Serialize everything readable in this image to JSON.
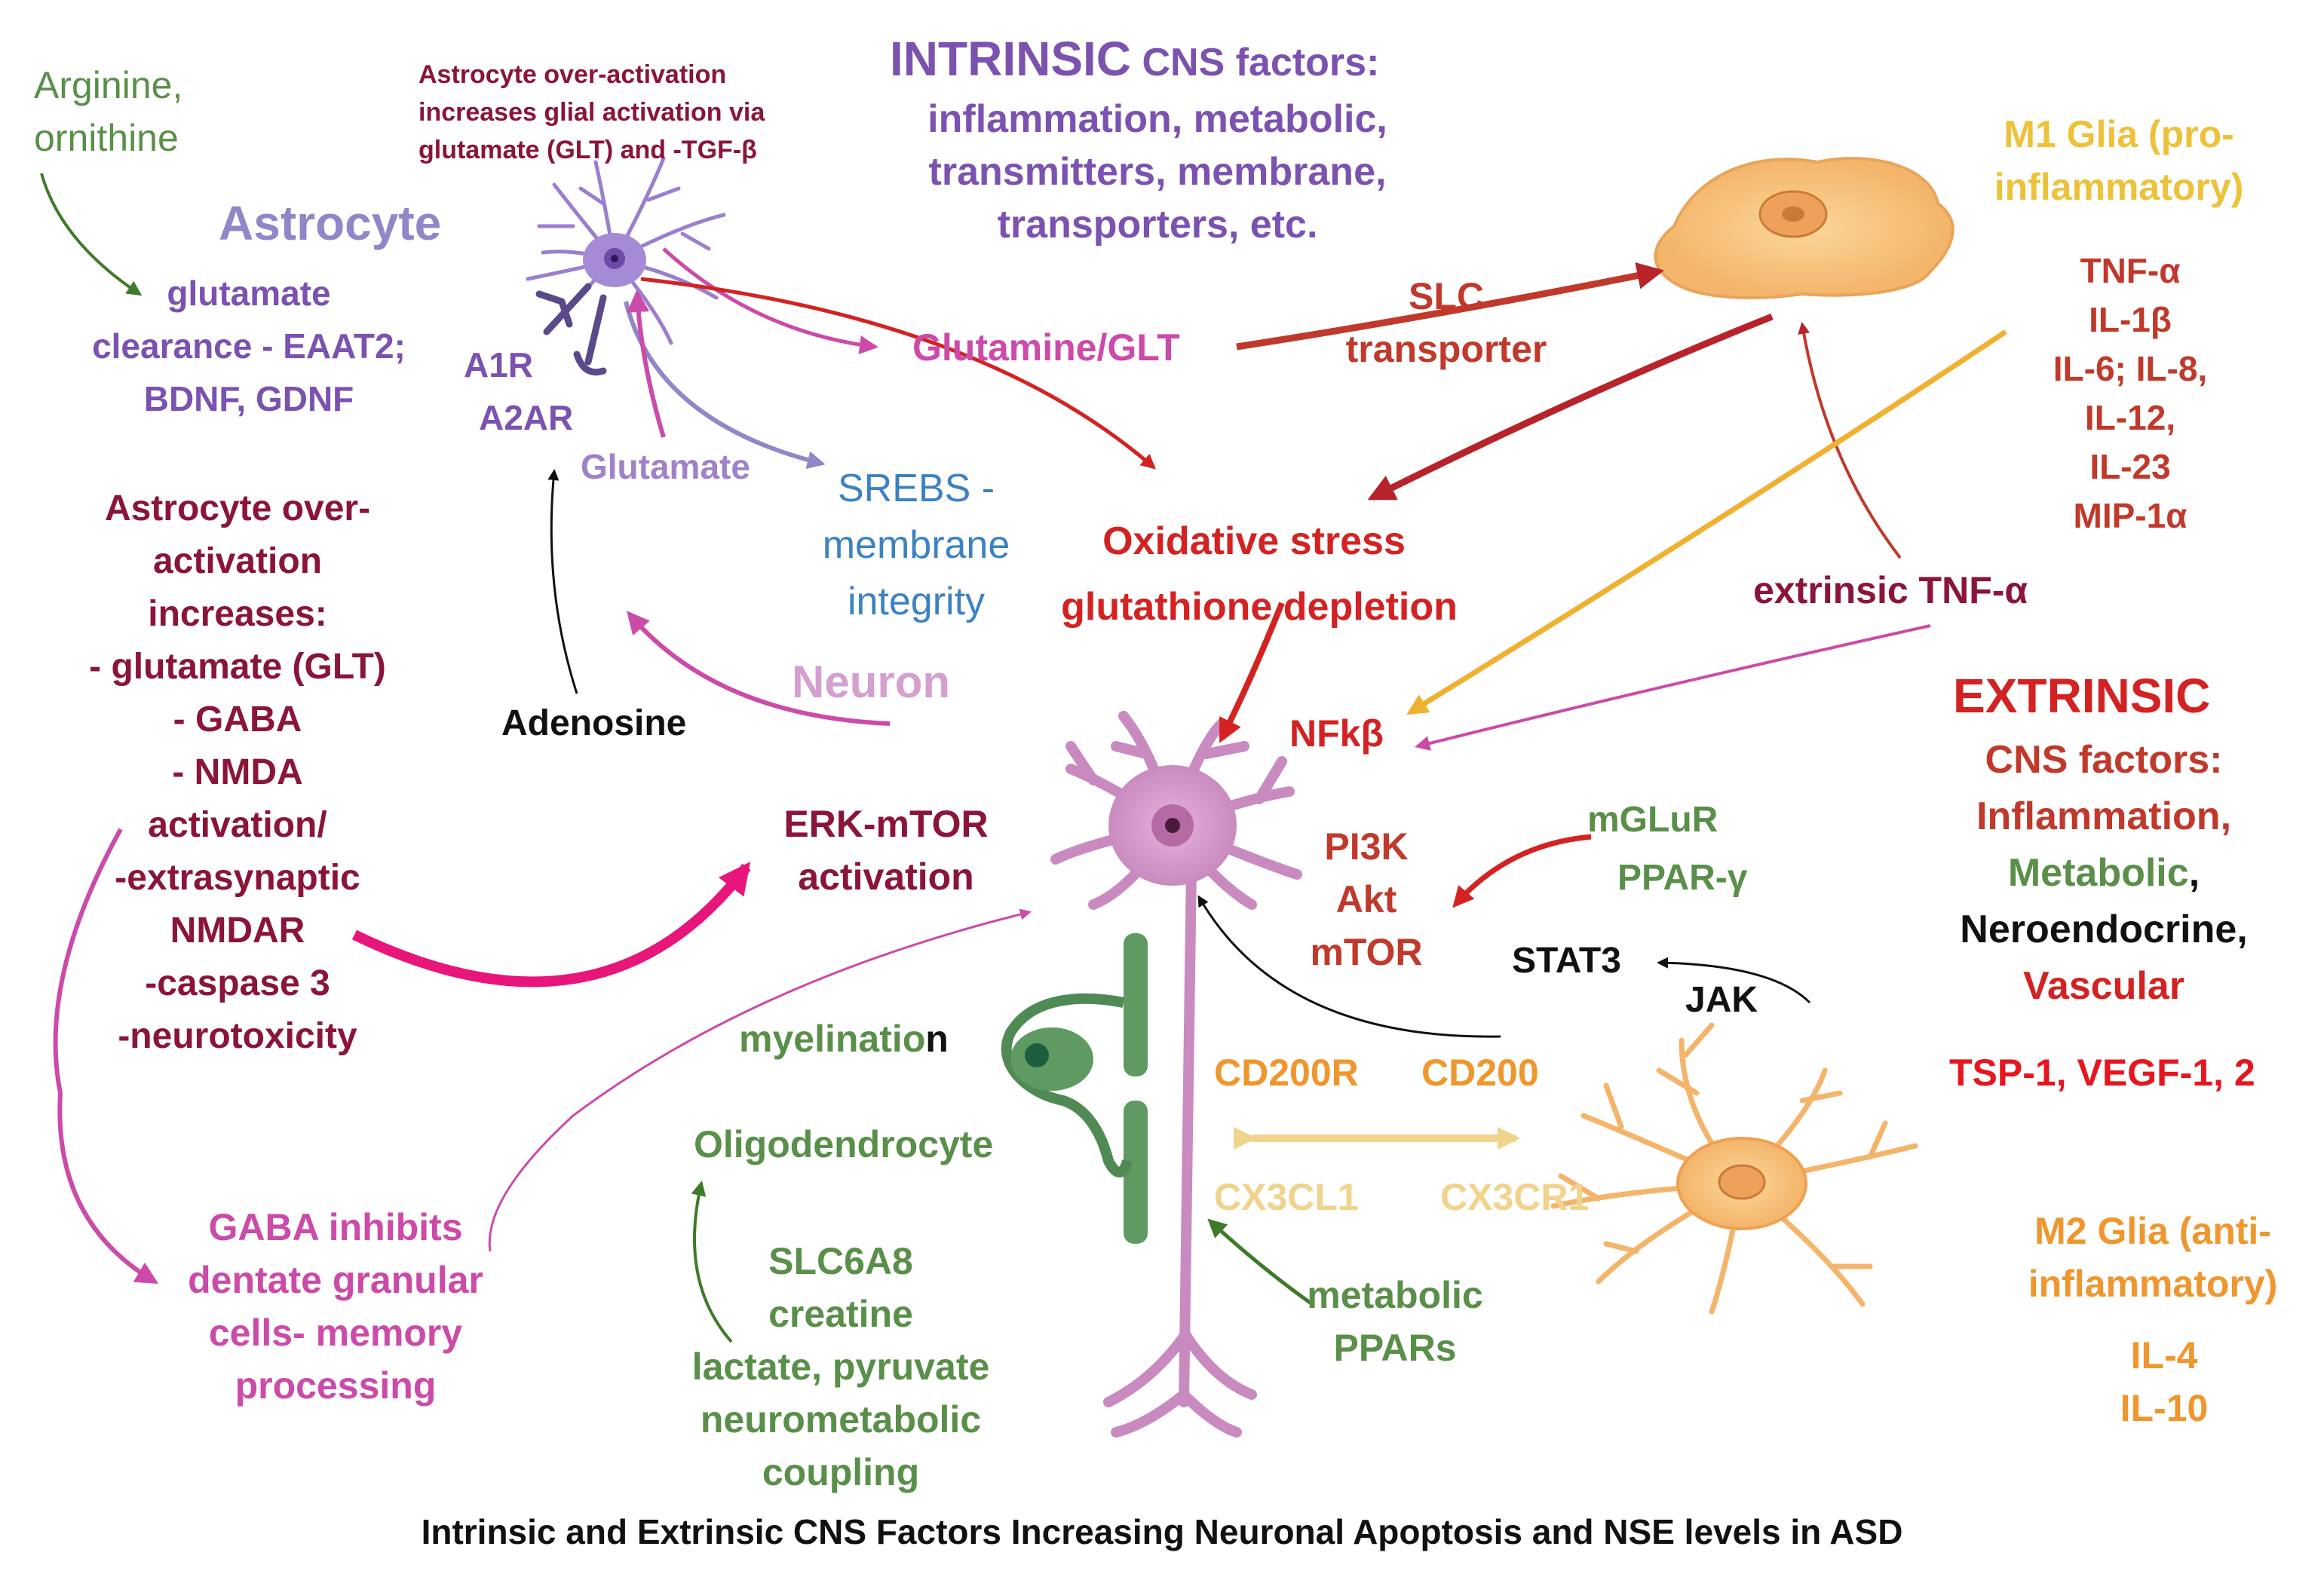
{
  "caption": "Intrinsic and Extrinsic CNS Factors Increasing Neuronal Apoptosis and NSE levels in ASD",
  "top_left": {
    "arginine": "Arginine,",
    "ornithine": "ornithine",
    "astrocyte": "Astrocyte",
    "clearance": [
      "glutamate",
      "clearance - EAAT2;",
      "BDNF, GDNF"
    ],
    "astro_note": [
      "Astrocyte over-activation",
      "increases  glial activation via",
      "glutamate (GLT) and -TGF-β"
    ],
    "a1r": "A1R",
    "a2ar": "A2AR",
    "glutamate": "Glutamate"
  },
  "intrinsic": {
    "word": "INTRINSIC",
    "rest": " CNS factors:",
    "lines": [
      "inflammation, metabolic,",
      "transmitters, membrane,",
      "transporters, etc."
    ]
  },
  "glutamine": "Glutamine/GLT",
  "slc": [
    "SLC",
    "transporter"
  ],
  "m1": {
    "title": [
      "M1 Glia (pro-",
      "inflammatory)"
    ],
    "cytokines": [
      "TNF-α",
      "IL-1β",
      "IL-6; IL-8,",
      "IL-12,",
      "IL-23",
      "MIP-1α"
    ]
  },
  "srebs": [
    "SREBS -",
    "membrane",
    "integrity"
  ],
  "oxidative": [
    "Oxidative stress",
    "glutathione depletion"
  ],
  "extrinsic_tnf": "extrinsic TNF-α",
  "over_activation": [
    "Astrocyte over-",
    "activation",
    "increases:",
    "- glutamate (GLT)",
    "- GABA",
    "- NMDA",
    "activation/",
    "-extrasynaptic",
    "NMDAR",
    "-caspase 3",
    "-neurotoxicity"
  ],
  "neuron_label": "Neuron",
  "adenosine": "Adenosine",
  "nfkb": "NFkβ",
  "erk": [
    "ERK-mTOR",
    "activation"
  ],
  "pi3k": [
    "PI3K",
    "Akt",
    "mTOR"
  ],
  "mglur": "mGLuR",
  "ppar_g": "PPAR-γ",
  "stat3": "STAT3",
  "jak": "JAK",
  "extrinsic": {
    "word": "EXTRINSIC",
    "sub": "CNS factors:",
    "inflammation": "Inflammation,",
    "metabolic": "Metabolic",
    "comma": ",",
    "neuroendocrine": "Neroendocrine,",
    "vascular": "Vascular",
    "tsp": "TSP-1, VEGF-1, 2"
  },
  "myelination": {
    "main": "myelinatio",
    "tail": "n"
  },
  "oligodendrocyte": "Oligodendrocyte",
  "cd200r": "CD200R",
  "cd200": "CD200",
  "cx3cl1": "CX3CL1",
  "cx3cr1": "CX3CR1",
  "m2": {
    "title": [
      "M2 Glia (anti-",
      "inflammatory)"
    ],
    "cytokines": [
      "IL-4",
      "IL-10"
    ]
  },
  "gaba": [
    "GABA inhibits",
    "dentate granular",
    "cells- memory",
    "processing"
  ],
  "slc6a8": [
    "SLC6A8",
    "creatine",
    "lactate, pyruvate",
    "neurometabolic",
    "coupling"
  ],
  "metabolic_ppars": [
    "metabolic",
    "PPARs"
  ],
  "colors": {
    "purple": "#7b52b0",
    "light_purple": "#8f87c8",
    "green": "#5a8f4a",
    "red": "#d42222",
    "dark_red": "#c0392b",
    "maroon": "#8a1538",
    "magenta": "#cc4aa8",
    "pink": "#e8157a",
    "orange": "#f0962e",
    "gold": "#edc23a",
    "cx": "#f0d38c",
    "blue": "#3b82c4",
    "black": "#111111"
  },
  "icons": [
    "astrocyte-cell",
    "neuron-cell",
    "m1-microglia-cell",
    "m2-microglia-cell",
    "oligodendrocyte-cell"
  ]
}
